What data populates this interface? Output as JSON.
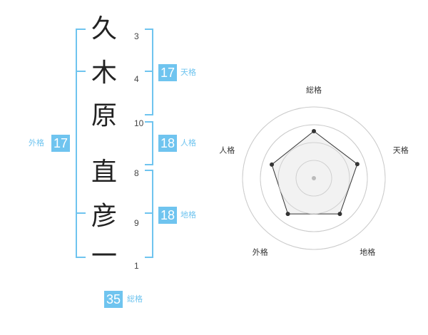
{
  "name_chars": [
    {
      "char": "久",
      "strokes": "3"
    },
    {
      "char": "木",
      "strokes": "4"
    },
    {
      "char": "原",
      "strokes": "10"
    },
    {
      "char": "直",
      "strokes": "8"
    },
    {
      "char": "彦",
      "strokes": "9"
    },
    {
      "char": "一",
      "strokes": "1"
    }
  ],
  "scores": {
    "tenkaku": {
      "value": "17",
      "label": "天格"
    },
    "jinkaku": {
      "value": "18",
      "label": "人格"
    },
    "chikaku": {
      "value": "18",
      "label": "地格"
    },
    "gaikaku": {
      "value": "17",
      "label": "外格"
    },
    "soukaku": {
      "value": "35",
      "label": "総格"
    }
  },
  "radar": {
    "axes": [
      "総格",
      "天格",
      "地格",
      "外格",
      "人格"
    ],
    "values": [
      3.3,
      3.2,
      3.1,
      3.1,
      3.1
    ],
    "max": 5,
    "rings": 4
  },
  "colors": {
    "accent": "#6fc4ef",
    "ring": "#cccccc",
    "fill": "#eeeeee"
  }
}
